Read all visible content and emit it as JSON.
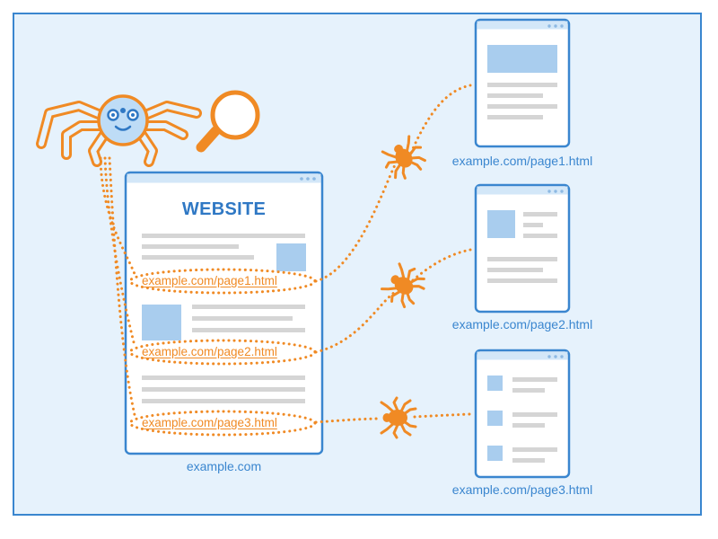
{
  "main": {
    "title": "WEBSITE",
    "site_label": "example.com",
    "links": [
      "example.com/page1.html",
      "example.com/page2.html",
      "example.com/page3.html"
    ]
  },
  "pages": [
    {
      "label": "example.com/page1.html"
    },
    {
      "label": "example.com/page2.html"
    },
    {
      "label": "example.com/page3.html"
    }
  ],
  "colors": {
    "accent_orange": "#f08a24",
    "accent_blue": "#3a86cf",
    "background": "#e6f2fc",
    "placeholder_block": "#a9cdee",
    "text_line": "#d5d5d5"
  },
  "icons": [
    "crawler-spider-icon",
    "magnifier-icon",
    "spider-icon"
  ]
}
